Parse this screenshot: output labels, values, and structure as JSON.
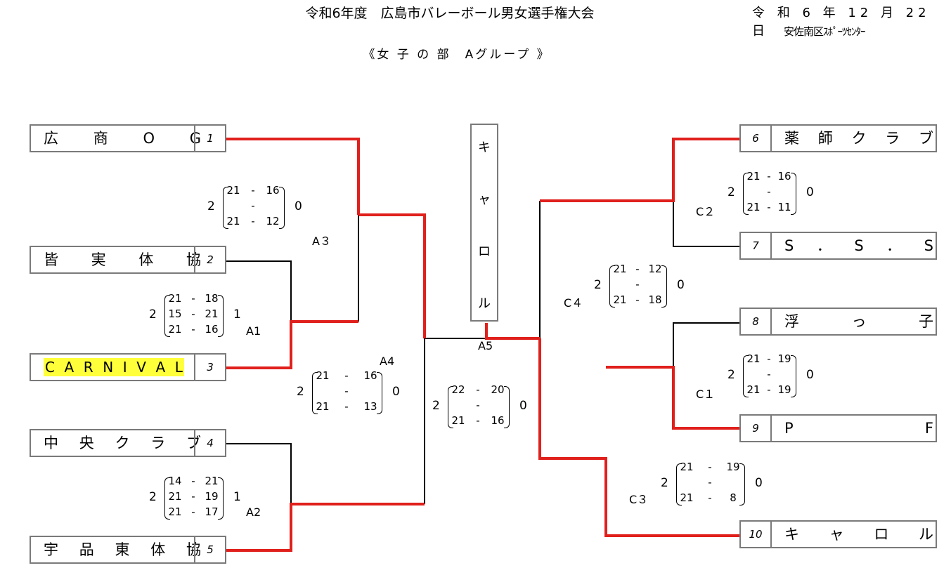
{
  "header": {
    "title": "令和6年度　広島市バレーボール男女選手権大会",
    "date": "令 和 6 年 12 月 22 日",
    "venue": "安佐南区ｽﾎﾟｰﾂｾﾝﾀｰ",
    "subtitle": "《女 子 の 部　Aグループ 》"
  },
  "teams_left": [
    {
      "num": "1",
      "chars": [
        "広",
        "商",
        "O",
        "G"
      ]
    },
    {
      "num": "2",
      "chars": [
        "皆",
        "実",
        "体",
        "協"
      ]
    },
    {
      "num": "3",
      "chars": [
        "C",
        "A",
        "R",
        "N",
        "I",
        "V",
        "A",
        "L"
      ],
      "highlight": true
    },
    {
      "num": "4",
      "chars": [
        "中",
        "央",
        "ク",
        "ラ",
        "ブ"
      ]
    },
    {
      "num": "5",
      "chars": [
        "宇",
        "品",
        "東",
        "体",
        "協"
      ]
    }
  ],
  "teams_right": [
    {
      "num": "6",
      "chars": [
        "薬",
        "師",
        "ク",
        "ラ",
        "ブ"
      ]
    },
    {
      "num": "7",
      "chars": [
        "S",
        "．",
        "S",
        "．",
        "S"
      ]
    },
    {
      "num": "8",
      "chars": [
        "浮",
        "っ",
        "子"
      ]
    },
    {
      "num": "9",
      "chars": [
        "P",
        "F"
      ]
    },
    {
      "num": "10",
      "chars": [
        "キ",
        "ャ",
        "ロ",
        "ル"
      ]
    }
  ],
  "champion": {
    "chars": [
      "キ",
      "ャ",
      "ロ",
      "ル"
    ]
  },
  "matches": {
    "A1": {
      "label": "A1",
      "win": "2",
      "lose": "1",
      "sets": [
        [
          "21",
          "18"
        ],
        [
          "15",
          "21"
        ],
        [
          "21",
          "16"
        ]
      ]
    },
    "A2": {
      "label": "A2",
      "win": "2",
      "lose": "1",
      "sets": [
        [
          "14",
          "21"
        ],
        [
          "21",
          "19"
        ],
        [
          "21",
          "17"
        ]
      ]
    },
    "A3": {
      "label": "A３",
      "win": "2",
      "lose": "0",
      "sets": [
        [
          "21",
          "16"
        ],
        [
          "",
          ""
        ],
        [
          "21",
          "12"
        ]
      ]
    },
    "A4": {
      "label": "A4",
      "win": "2",
      "lose": "0",
      "sets": [
        [
          "21",
          "16"
        ],
        [
          "",
          ""
        ],
        [
          "21",
          "13"
        ]
      ]
    },
    "A5": {
      "label": "A5",
      "win": "2",
      "lose": "0",
      "sets": [
        [
          "22",
          "20"
        ],
        [
          "",
          ""
        ],
        [
          "21",
          "16"
        ]
      ]
    },
    "C1": {
      "label": "C１",
      "win": "2",
      "lose": "0",
      "sets": [
        [
          "21",
          "19"
        ],
        [
          "",
          ""
        ],
        [
          "21",
          "19"
        ]
      ]
    },
    "C2": {
      "label": "C２",
      "win": "2",
      "lose": "0",
      "sets": [
        [
          "21",
          "16"
        ],
        [
          "",
          ""
        ],
        [
          "21",
          "11"
        ]
      ]
    },
    "C3": {
      "label": "C３",
      "win": "2",
      "lose": "0",
      "sets": [
        [
          "21",
          "19"
        ],
        [
          "",
          ""
        ],
        [
          "21",
          "8"
        ]
      ]
    },
    "C4": {
      "label": "C４",
      "win": "2",
      "lose": "0",
      "sets": [
        [
          "21",
          "12"
        ],
        [
          "",
          ""
        ],
        [
          "21",
          "18"
        ]
      ]
    }
  },
  "colors": {
    "winner_line": "#e0201c",
    "line": "#000000",
    "box_border": "#7a7a7a",
    "highlight": "#ffff3a"
  }
}
